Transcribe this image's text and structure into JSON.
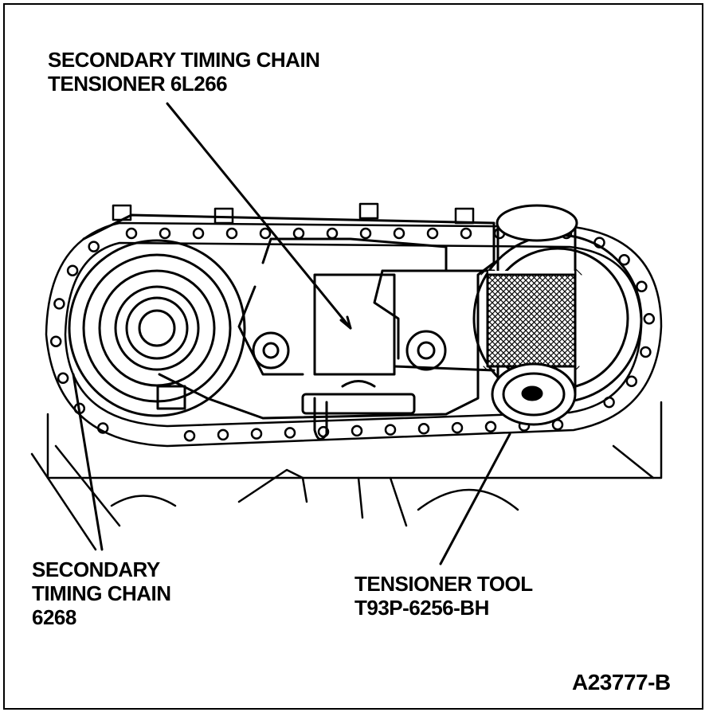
{
  "labels": {
    "tensioner": {
      "line1": "SECONDARY TIMING CHAIN",
      "line2": "TENSIONER 6L266"
    },
    "chain": {
      "line1": "SECONDARY",
      "line2": "TIMING CHAIN",
      "line3": "6268"
    },
    "tool": {
      "line1": "TENSIONER TOOL",
      "line2": "T93P-6256-BH"
    },
    "figure_id": "A23777-B"
  },
  "colors": {
    "ink": "#000000",
    "paper": "#ffffff"
  }
}
